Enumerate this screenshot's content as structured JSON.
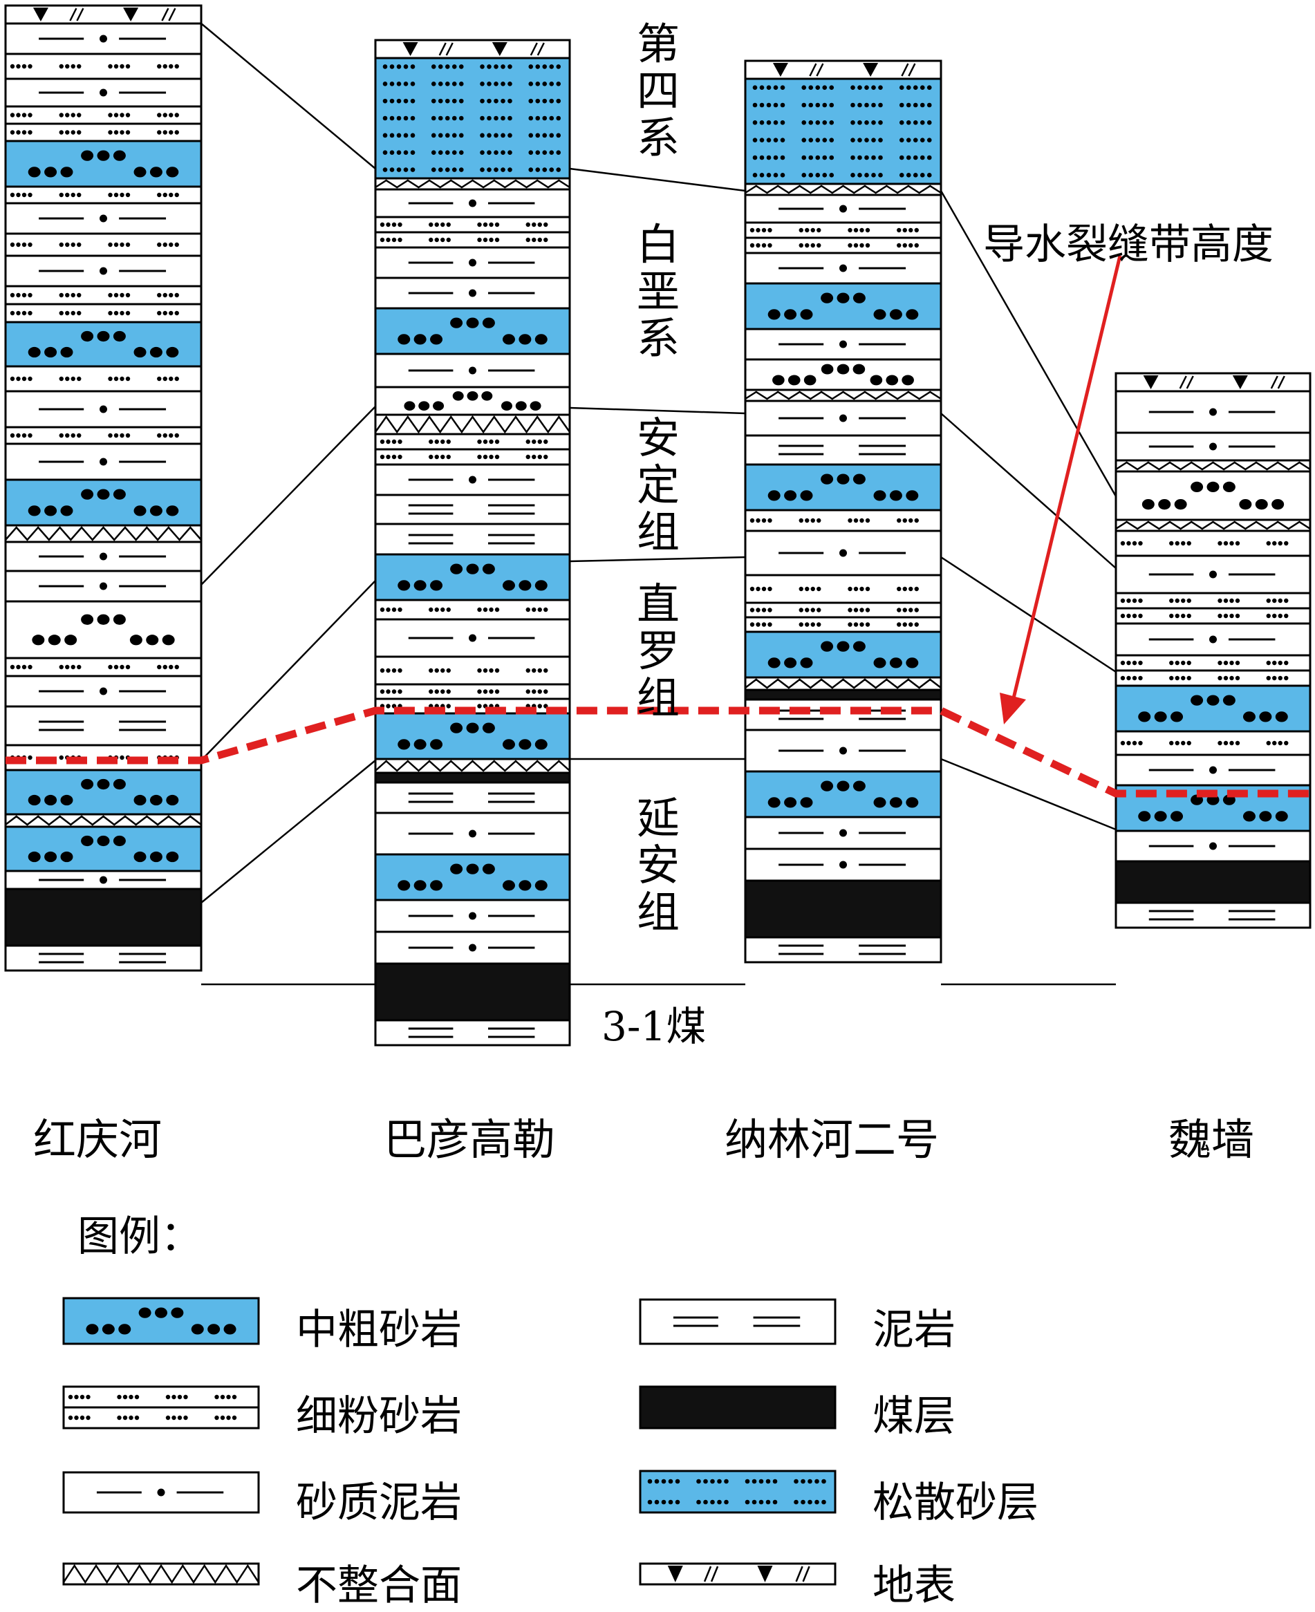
{
  "columns": {
    "hongqinghe": "红庆河",
    "bayangaole": "巴彦高勒",
    "nalinhe2": "纳林河二号",
    "weiqiang": "魏墙"
  },
  "strata": {
    "quaternary": "第四系",
    "cretaceous": "白垩系",
    "anding": "安定组",
    "zhiluo": "直罗组",
    "yanan": "延安组",
    "coal_seam": "3-1煤"
  },
  "annotation": "导水裂缝带高度",
  "legend": {
    "title": "图例：",
    "items": {
      "coarse_sandstone": "中粗砂岩",
      "mudstone": "泥岩",
      "fine_silt_sandstone": "细粉砂岩",
      "coal_layer": "煤层",
      "sandy_mudstone": "砂质泥岩",
      "loose_sand": "松散砂层",
      "unconformity": "不整合面",
      "surface": "地表"
    }
  },
  "colors": {
    "sandstone_fill": "#5BB8E8",
    "fracture_line": "#E02020",
    "coal": "#111111"
  }
}
